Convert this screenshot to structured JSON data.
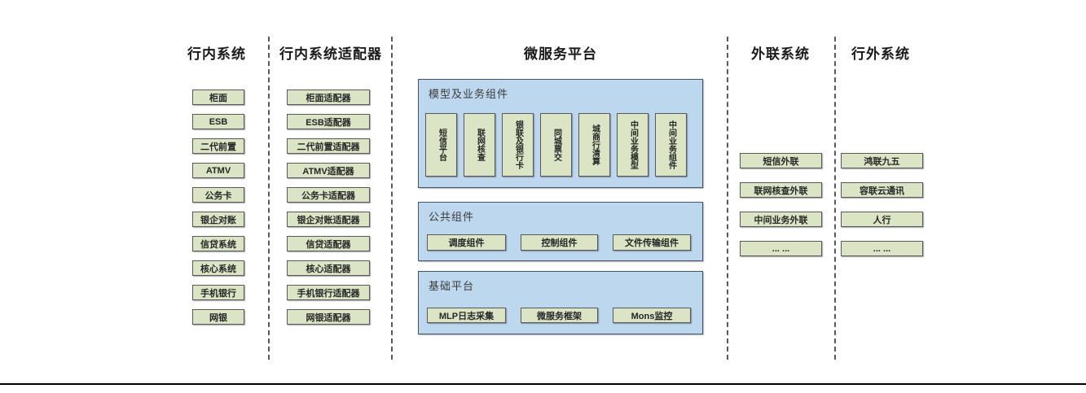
{
  "columns": {
    "internal": {
      "title": "行内系统",
      "boxes": [
        "柜面",
        "ESB",
        "二代前置",
        "ATMV",
        "公务卡",
        "银企对账",
        "信贷系统",
        "核心系统",
        "手机银行",
        "网银"
      ]
    },
    "adapters": {
      "title": "行内系统适配器",
      "boxes": [
        "柜面适配器",
        "ESB适配器",
        "二代前置适配器",
        "ATMV适配器",
        "公务卡适配器",
        "银企对账适配器",
        "信贷适配器",
        "核心适配器",
        "手机银行适配器",
        "网银适配器"
      ]
    },
    "platform": {
      "title": "微服务平台",
      "panels": {
        "model": {
          "title": "模型及业务组件",
          "boxes": [
            "短信平台",
            "联网核查",
            "银联及银行卡",
            "同城票交",
            "城商行清算",
            "中间业务模型",
            "中间业务组件"
          ]
        },
        "common": {
          "title": "公共组件",
          "boxes": [
            "调度组件",
            "控制组件",
            "文件传输组件"
          ]
        },
        "base": {
          "title": "基础平台",
          "boxes": [
            "MLP日志采集",
            "微服务框架",
            "Mons监控"
          ]
        }
      }
    },
    "outreach": {
      "title": "外联系统",
      "boxes": [
        "短信外联",
        "联网核查外联",
        "中间业务外联",
        "... ..."
      ]
    },
    "external": {
      "title": "行外系统",
      "boxes": [
        "鸿联九五",
        "容联云通讯",
        "人行",
        "... ..."
      ]
    }
  },
  "colors": {
    "box_fill": "#dbe5c5",
    "box_border": "#595959",
    "panel_fill": "#bdd7ee",
    "panel_border": "#44546a",
    "separator": "#595959",
    "bottom_rule": "#000000"
  }
}
